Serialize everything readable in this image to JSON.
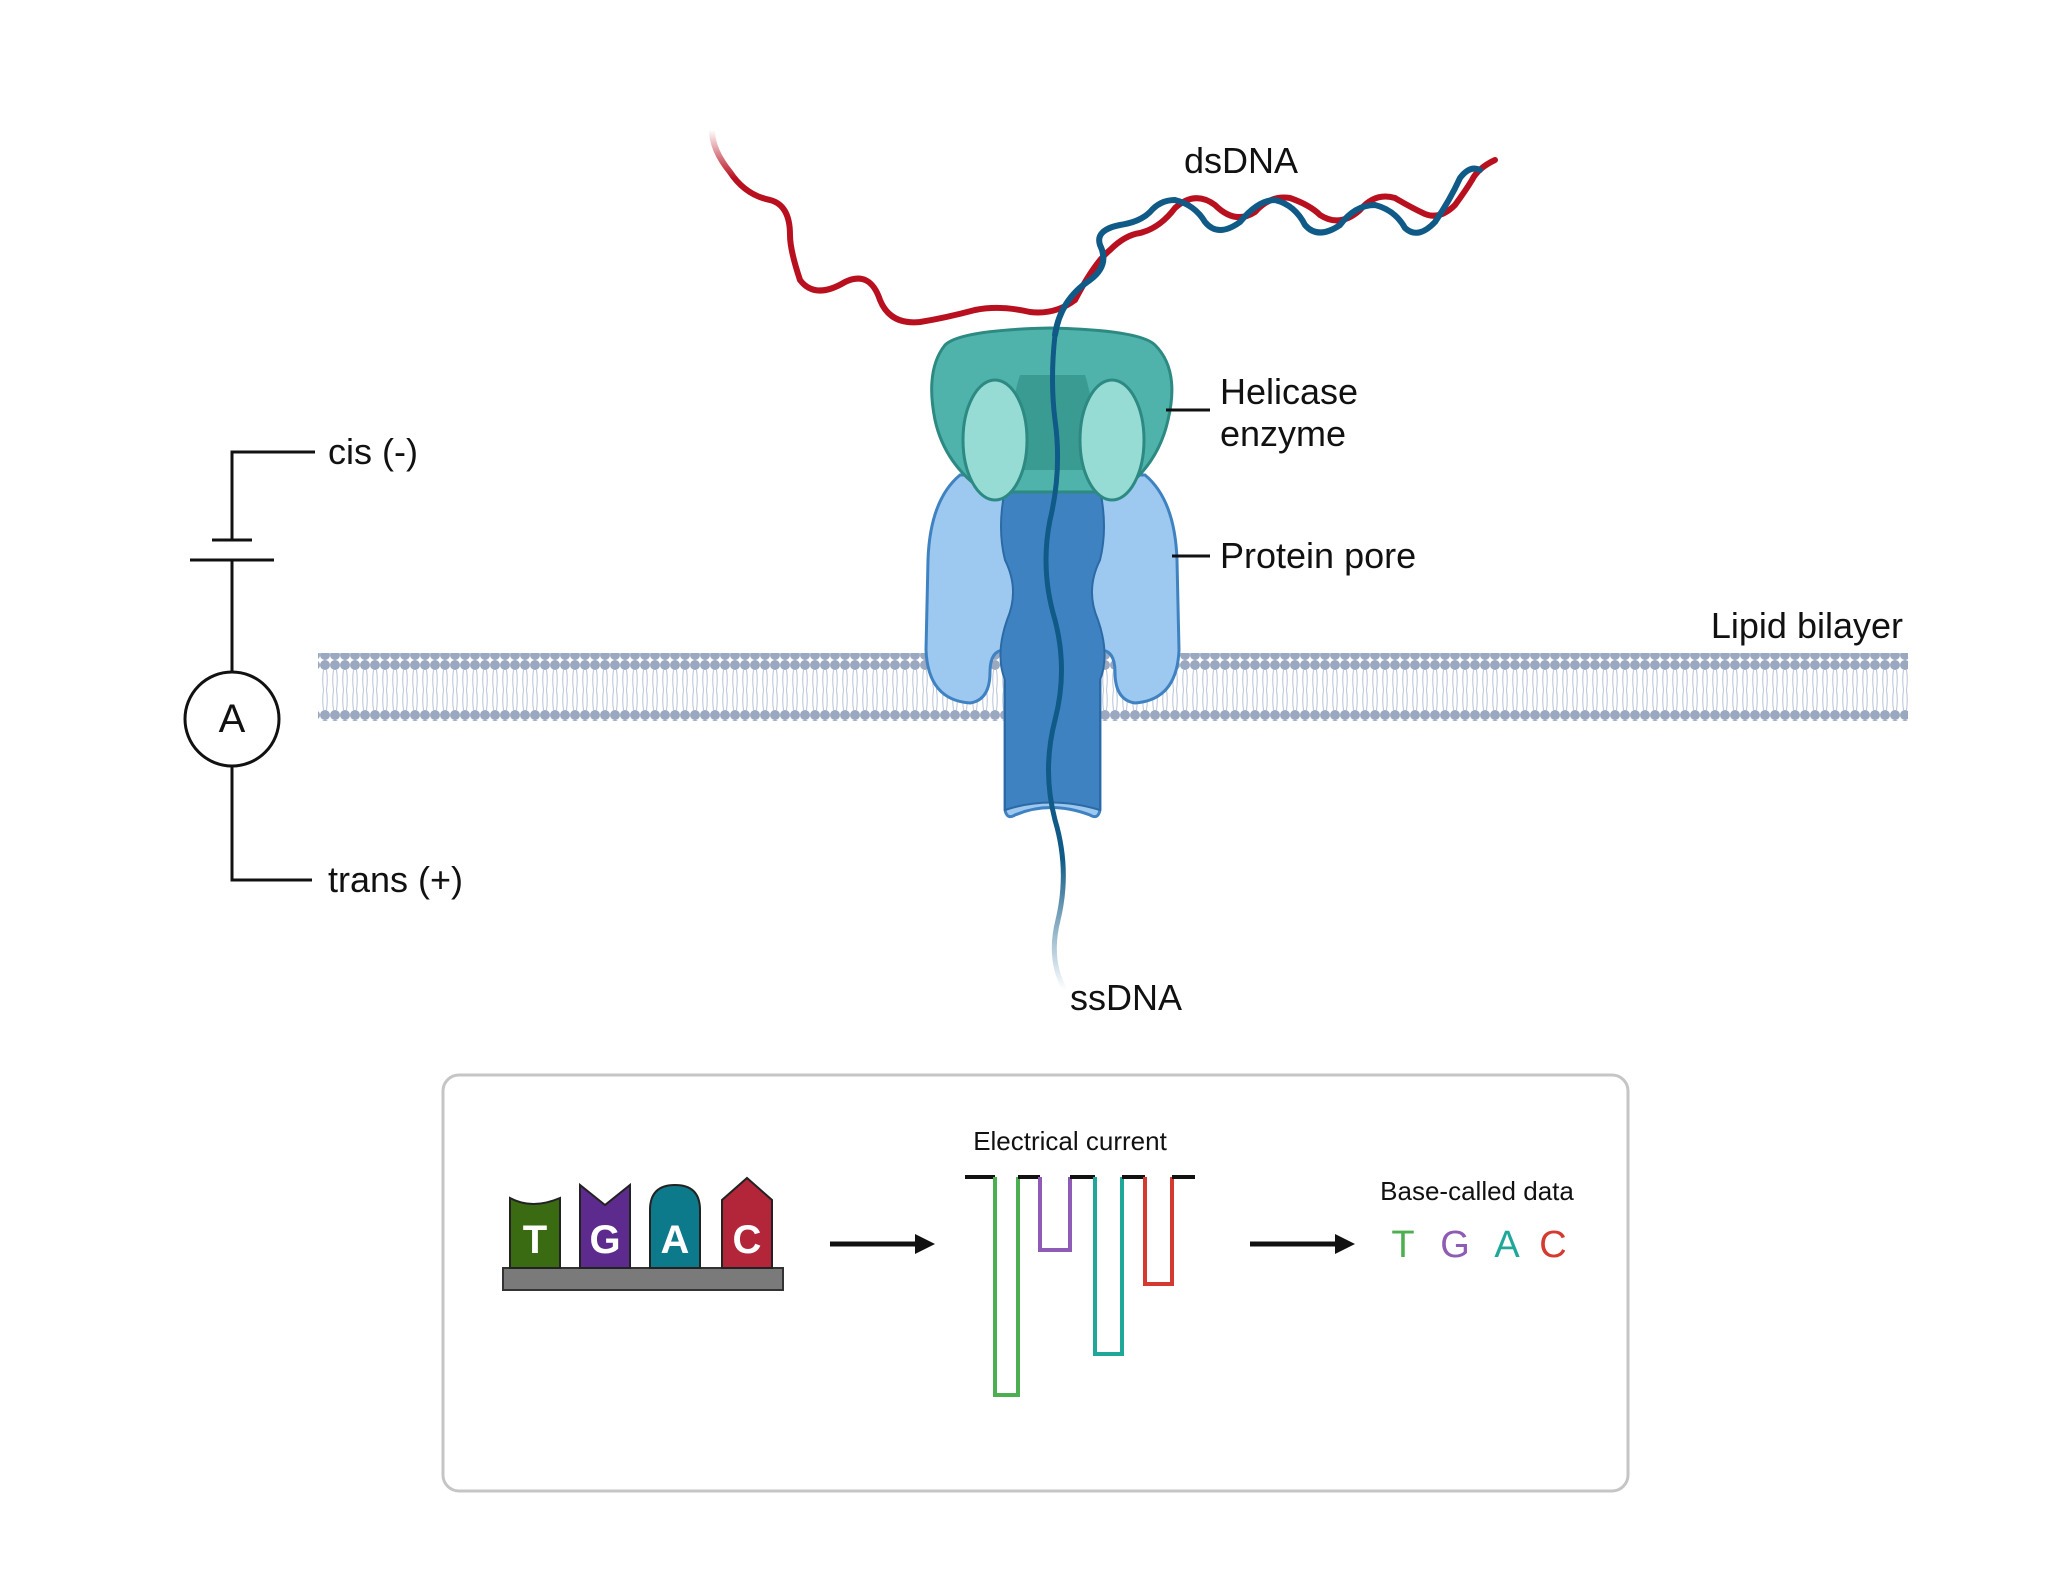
{
  "labels": {
    "dsdna": "dsDNA",
    "helicase": "Helicase\nenzyme",
    "protein_pore": "Protein pore",
    "lipid_bilayer": "Lipid bilayer",
    "ssdna": "ssDNA",
    "cis": "cis (-)",
    "trans": "trans (+)",
    "ammeter": "A"
  },
  "panel": {
    "electrical_current": "Electrical current",
    "base_called_data": "Base-called data",
    "bases": [
      {
        "letter": "T",
        "color": "#3a6b12"
      },
      {
        "letter": "G",
        "color": "#5d2a8e"
      },
      {
        "letter": "A",
        "color": "#0d7a8c"
      },
      {
        "letter": "C",
        "color": "#b3263a"
      }
    ],
    "called": [
      {
        "letter": "T",
        "color": "#4caf50"
      },
      {
        "letter": "G",
        "color": "#8e5bb5"
      },
      {
        "letter": "A",
        "color": "#1fa79a"
      },
      {
        "letter": "C",
        "color": "#d43a2f"
      }
    ]
  },
  "colors": {
    "strand_red": "#b8101f",
    "strand_blue": "#0f5a86",
    "helicase": "#4fb3ab",
    "pore_light": "#9dc8f0",
    "pore_dark": "#3f82c2",
    "membrane": "#9aa8c0"
  }
}
